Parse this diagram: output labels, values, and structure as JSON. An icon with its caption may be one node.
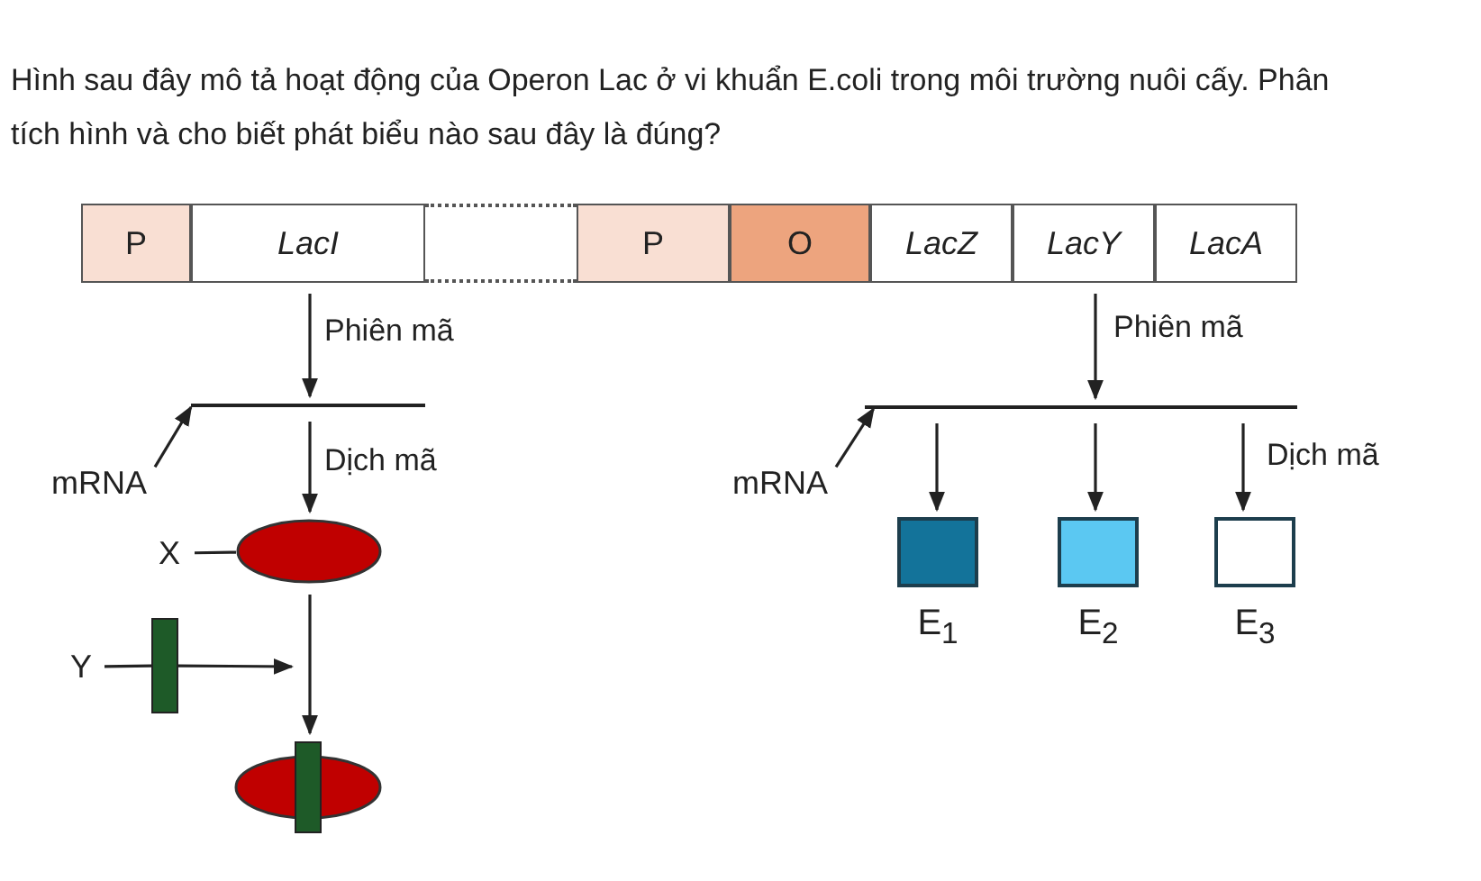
{
  "diagram": {
    "title": "Hình sau đây mô tả hoạt động của Operon Lac ở vi khuẩn E.coli trong môi trường nuôi cấy. Phân tích hình và cho biết phát biểu nào sau đây là đúng?",
    "nodes": [
      {
        "text": [
          "P"
        ]
      },
      {
        "text": [
          "LacI"
        ]
      },
      {
        "text": [],
        "shape": "box"
      },
      {
        "text": [
          "P"
        ]
      },
      {
        "text": [
          "O"
        ]
      },
      {
        "text": [
          "LacZ"
        ]
      },
      {
        "text": [
          "LacY"
        ]
      },
      {
        "text": [
          "LacA"
        ]
      },
      {
        "text": [],
        "shape": "line"
      },
      {
        "text": [],
        "shape": "line"
      },
      {
        "text": [
          "mRNA"
        ]
      },
      {
        "text": [
          "mRNA"
        ]
      },
      {
        "text": [
          "X"
        ]
      },
      {
        "text": [],
        "shape": "ellipse"
      },
      {
        "text": [
          "Y"
        ]
      },
      {
        "text": [],
        "shape": "bar"
      },
      {
        "text": [],
        "shape": "ellipse"
      },
      {
        "text": [
          "E$_{1}$"
        ]
      },
      {
        "text": [
          "E$_{2}$"
        ]
      },
      {
        "text": [
          "E$_{3}$"
        ]
      }
    ],
    "edges": [
      {
        "from": 1,
        "to": 8,
        "arrow": "to",
        "label": "Phiên mã"
      },
      {
        "from": 8,
        "to": 13,
        "arrow": "to",
        "label": "Dịch mã"
      },
      {
        "from": 10,
        "to": 8,
        "arrow": "to"
      },
      {
        "from": 12,
        "to": 13,
        "arrow": "none"
      },
      {
        "from": 14,
        "to": 15,
        "arrow": "none"
      },
      {
        "from": 13,
        "to": 16,
        "arrow": "to"
      },
      {
        "from": 15,
        "to": null,
        "arrow": "to"
      },
      {
        "from": 6,
        "to": 9,
        "arrow": "to",
        "label": "Phiên mã"
      },
      {
        "from": 11,
        "to": 9,
        "arrow": "to"
      },
      {
        "from": 9,
        "to": 17,
        "arrow": "to"
      },
      {
        "from": 9,
        "to": 18,
        "arrow": "to"
      },
      {
        "from": 9,
        "to": 19,
        "arrow": "to",
        "label": "Dịch mã"
      }
    ]
  }
}
